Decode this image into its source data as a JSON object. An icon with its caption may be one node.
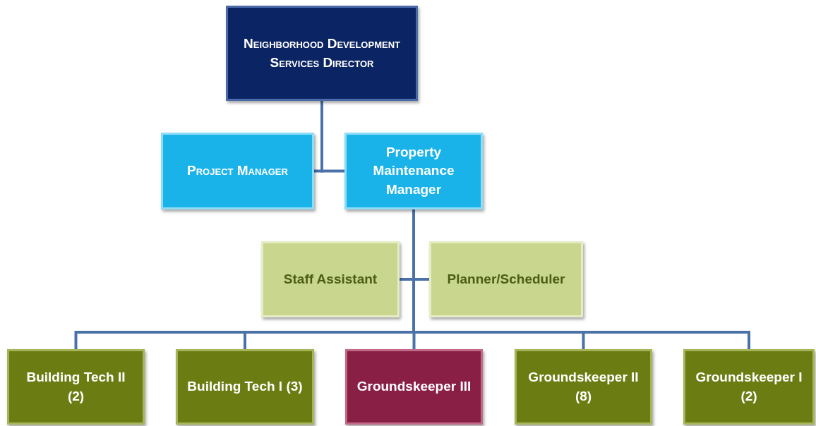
{
  "diagram": {
    "nodes": [
      {
        "text": [
          "Neighborhood Development Services Director"
        ]
      },
      {
        "text": [
          "Project Manager"
        ]
      },
      {
        "text": [
          "Property Maintenance Manager"
        ]
      },
      {
        "text": [
          "Staff Assistant"
        ]
      },
      {
        "text": [
          "Planner/Scheduler"
        ]
      },
      {
        "text": [
          "Building Tech II (2)"
        ]
      },
      {
        "text": [
          "Building Tech I (3)"
        ]
      },
      {
        "text": [
          "Groundskeeper III"
        ]
      },
      {
        "text": [
          "Groundskeeper II (8)"
        ]
      },
      {
        "text": [
          "Groundskeeper I (2)"
        ]
      }
    ],
    "edges": [
      {
        "from": 0,
        "to": 1,
        "arrow": "none"
      },
      {
        "from": 0,
        "to": 2,
        "arrow": "none"
      },
      {
        "from": 2,
        "to": 3,
        "arrow": "none"
      },
      {
        "from": 2,
        "to": 4,
        "arrow": "none"
      },
      {
        "from": 2,
        "to": 5,
        "arrow": "none"
      },
      {
        "from": 2,
        "to": 6,
        "arrow": "none"
      },
      {
        "from": 2,
        "to": 7,
        "arrow": "none"
      },
      {
        "from": 2,
        "to": 8,
        "arrow": "none"
      },
      {
        "from": 2,
        "to": 9,
        "arrow": "none"
      }
    ]
  }
}
